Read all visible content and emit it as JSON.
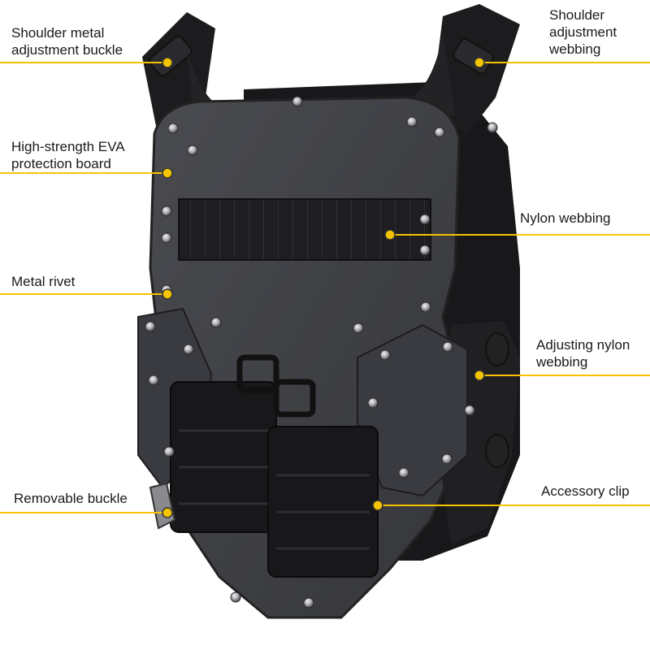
{
  "colors": {
    "vest_body": "#3f4045",
    "vest_dark": "#1b1b1e",
    "rivet": "#b8b8bc",
    "callout_line": "#f5c400",
    "callout_dot": "#f5c400",
    "background": "#ffffff"
  },
  "callouts": {
    "shoulder_buckle": {
      "line1": "Shoulder metal",
      "line2": "adjustment buckle"
    },
    "eva_board": {
      "line1": "High-strength EVA",
      "line2": "protection board"
    },
    "metal_rivet": {
      "line1": "Metal rivet"
    },
    "removable_buckle": {
      "line1": "Removable buckle"
    },
    "shoulder_webbing": {
      "line1": "Shoulder",
      "line2": "adjustment",
      "line3": "webbing"
    },
    "nylon_webbing": {
      "line1": "Nylon webbing"
    },
    "adjusting_nylon": {
      "line1": "Adjusting nylon",
      "line2": "webbing"
    },
    "accessory_clip": {
      "line1": "Accessory clip"
    }
  }
}
